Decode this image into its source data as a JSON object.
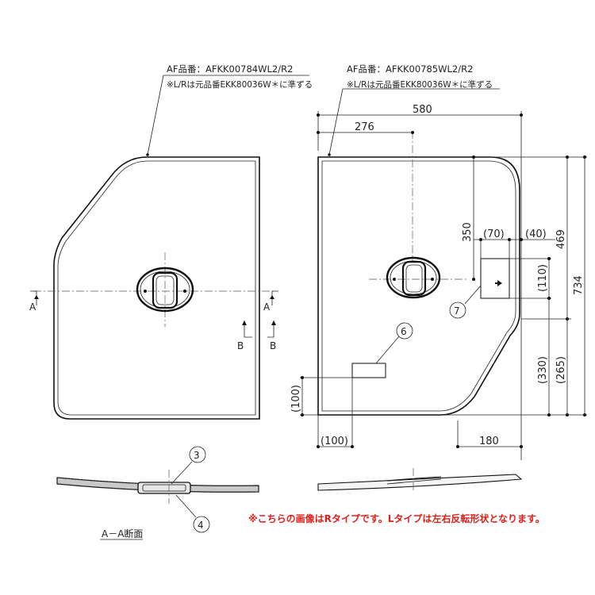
{
  "left_panel": {
    "part_number": "AF品番：AFKK00784WL2/R2",
    "note": "※L/Rは元品番EKK80036W＊に準ずる",
    "section_a": "A",
    "section_b": "B"
  },
  "right_panel": {
    "part_number": "AF品番：AFKK00785WL2/R2",
    "note": "※L/Rは元品番EKK80036W＊に準ずる"
  },
  "dimensions": {
    "width_total": "580",
    "to_handle": "276",
    "handle_v": "350",
    "vent_offset": "(70)",
    "vent_width": "(40)",
    "vent_height": "(110)",
    "height_total": "734",
    "height_upper": "469",
    "lower_330": "(330)",
    "lower_265": "(265)",
    "bottom_100_v": "(100)",
    "bottom_100_h": "(100)",
    "bottom_180": "180"
  },
  "callouts": {
    "c3": "3",
    "c4": "4",
    "c6": "6",
    "c7": "7"
  },
  "section_label": "A－A断面",
  "footer_note": "※こちらの画像はRタイプです。Lタイプは左右反転形状となります。"
}
